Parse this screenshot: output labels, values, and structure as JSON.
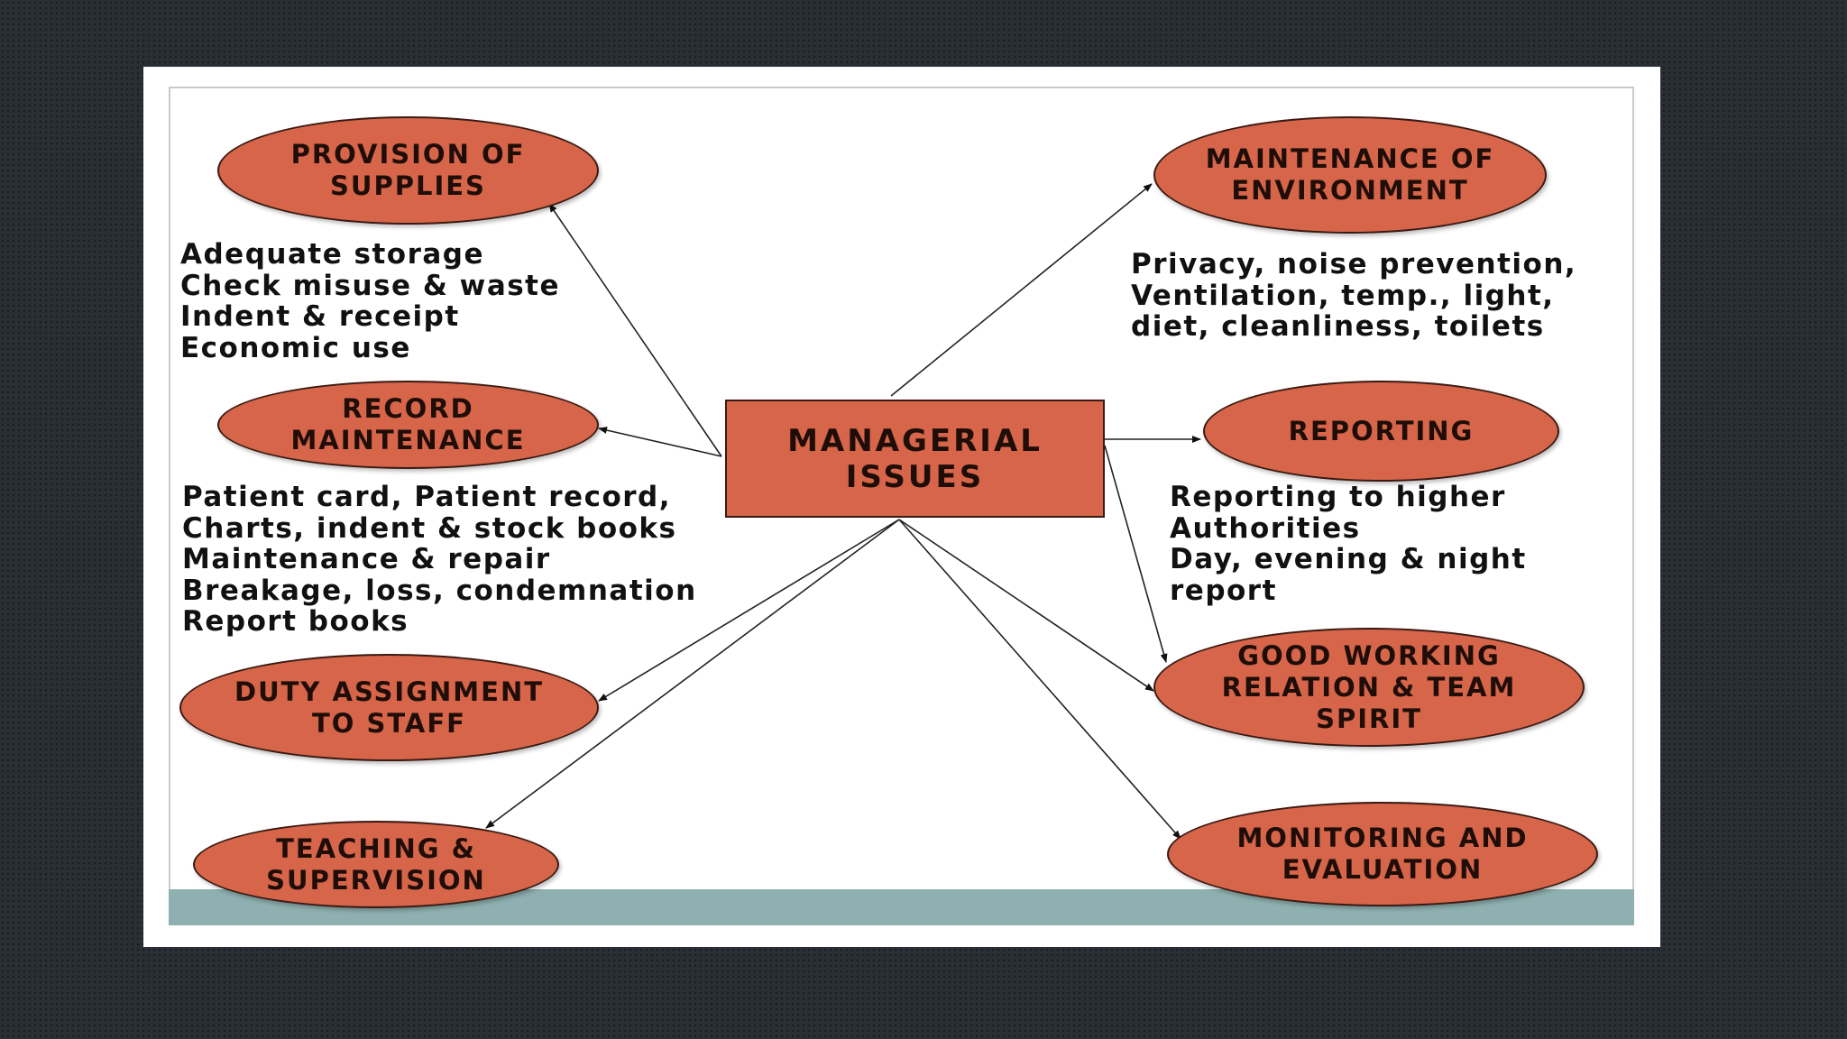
{
  "colors": {
    "node_fill": "#d6654a",
    "node_border": "#3a1a12",
    "footer_band": "#8fb0b0",
    "background": "#2a2f36"
  },
  "diagram": {
    "center": "MANAGERIAL\nISSUES",
    "nodes": {
      "provision": "PROVISION OF\nSUPPLIES",
      "record": "RECORD\nMAINTENANCE",
      "duty": "DUTY ASSIGNMENT\nTO STAFF",
      "teaching": "TEACHING &\nSUPERVISION",
      "environment": "MAINTENANCE OF\nENVIRONMENT",
      "reporting": "REPORTING",
      "relation": "GOOD WORKING\nRELATION & TEAM\nSPIRIT",
      "monitoring": "MONITORING AND\nEVALUATION"
    },
    "notes": {
      "supplies": "Adequate storage\nCheck misuse & waste\nIndent & receipt\nEconomic use",
      "records": "Patient card, Patient record,\nCharts, indent & stock books\nMaintenance & repair\nBreakage, loss, condemnation\nReport books",
      "environment": "Privacy, noise prevention,\nVentilation, temp., light,\ndiet, cleanliness, toilets",
      "reporting": "Reporting to higher\nAuthorities\nDay, evening & night\nreport"
    }
  }
}
